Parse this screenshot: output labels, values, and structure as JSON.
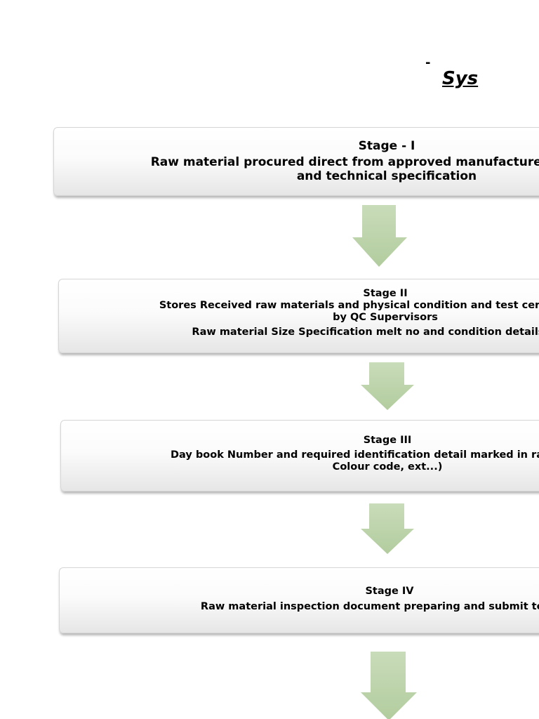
{
  "title": {
    "fragment": "-",
    "text": "Sys"
  },
  "stages": [
    {
      "heading": "Stage  - I",
      "lines": [
        "Raw material procured direct from approved manufacturer and as per",
        "and technical specification"
      ]
    },
    {
      "heading": "Stage II",
      "lines": [
        "Stores Received raw materials and  physical condition and test certificates and",
        "by QC Supervisors",
        "Raw material Size Specification melt no and condition details enter"
      ]
    },
    {
      "heading": "Stage III",
      "lines": [
        "Day book Number  and  required identification detail marked in raw material",
        "Colour code, ext...)"
      ]
    },
    {
      "heading": "Stage IV",
      "lines": [
        "Raw material inspection document preparing and submit to custo"
      ]
    }
  ],
  "colors": {
    "arrow_fill_top": "#c9dcba",
    "arrow_fill_bottom": "#b2cc9e",
    "box_bottom": "#e6e6e6",
    "text": "#000000"
  }
}
